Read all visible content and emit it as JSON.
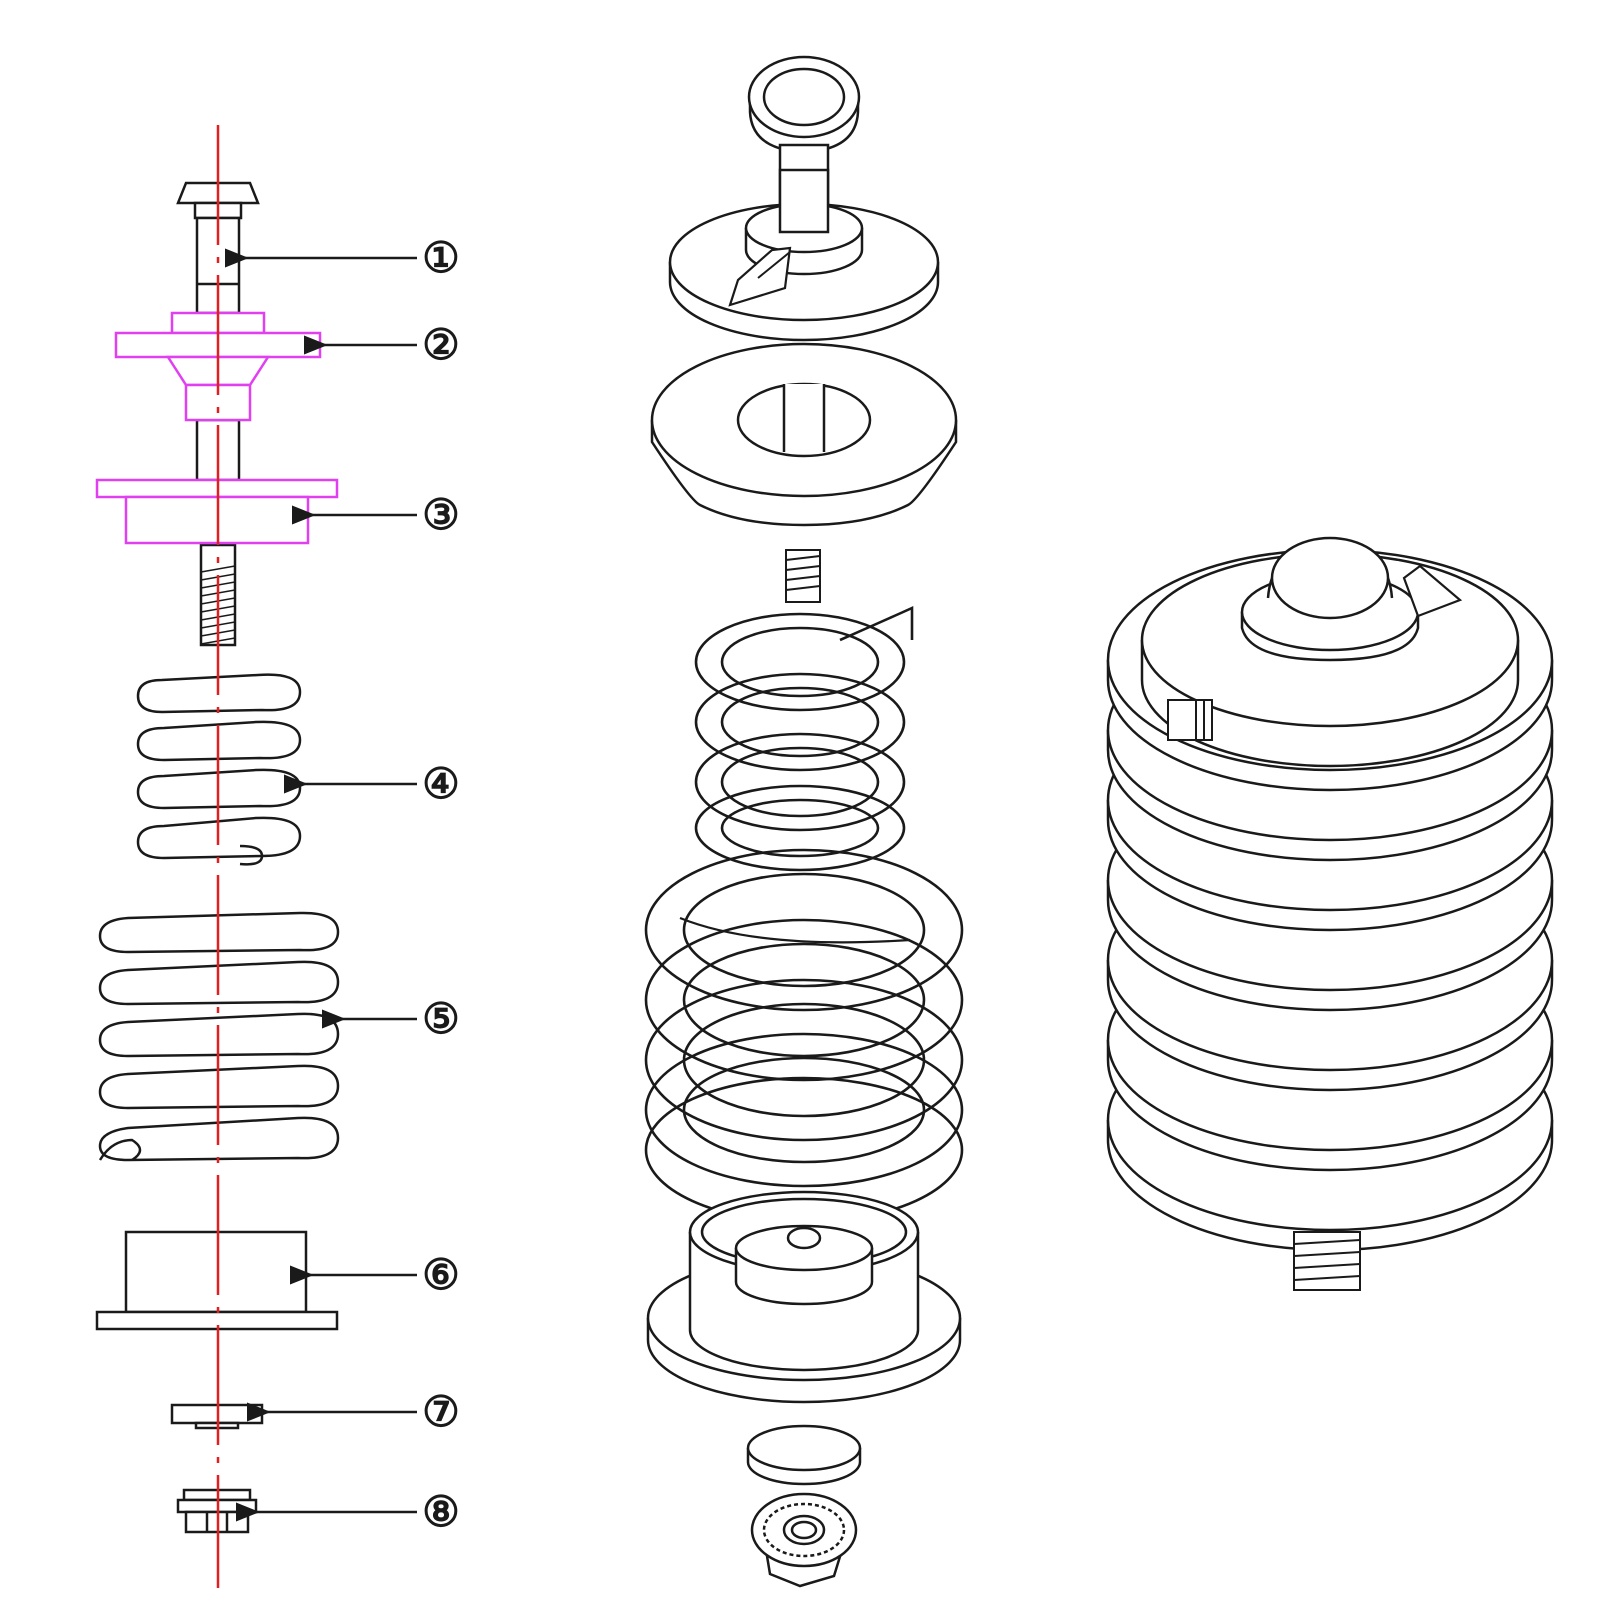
{
  "diagram": {
    "colors": {
      "line": "#1a1a1a",
      "axis": "#e02020",
      "highlight": "#e040f0",
      "background": "#ffffff"
    },
    "callouts": [
      {
        "id": 1,
        "label": "①"
      },
      {
        "id": 2,
        "label": "②"
      },
      {
        "id": 3,
        "label": "③"
      },
      {
        "id": 4,
        "label": "④"
      },
      {
        "id": 5,
        "label": "⑤"
      },
      {
        "id": 6,
        "label": "⑥"
      },
      {
        "id": 7,
        "label": "⑦"
      },
      {
        "id": 8,
        "label": "⑧"
      }
    ]
  }
}
